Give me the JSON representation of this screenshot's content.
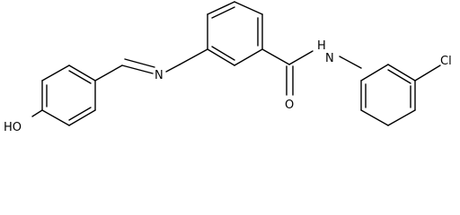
{
  "labels": {
    "hydroxyl": "HO",
    "imine_nitrogen": "N",
    "carbonyl_oxygen": "O",
    "amide_nh": "N",
    "amide_h": "H",
    "chlorine": "Cl"
  }
}
